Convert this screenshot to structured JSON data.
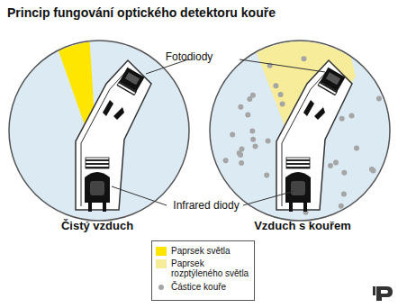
{
  "diagram": {
    "title": "Princip fungování optického detektoru kouře",
    "labels": [
      "Fotodiody",
      "Infrared diody",
      "Čistý vzduch",
      "Vzduch s kouřem"
    ],
    "legend": [
      {
        "text": "Paprsek světla",
        "color": "#ffe600"
      },
      {
        "text": "Paprsek rozptýleného světla",
        "color": "#f6ec9a"
      },
      {
        "text": "Částice kouře"
      }
    ]
  }
}
